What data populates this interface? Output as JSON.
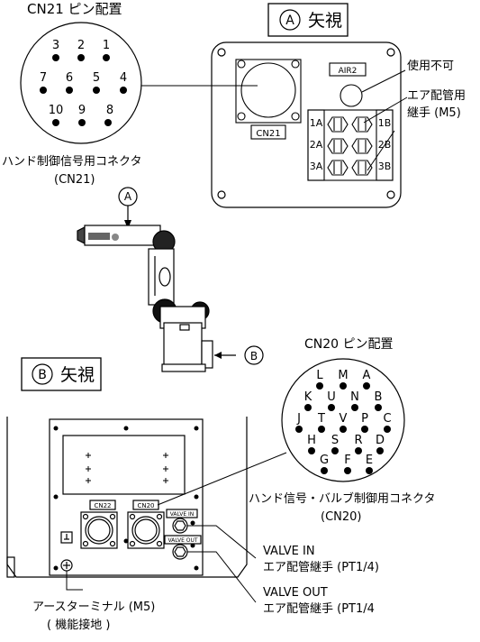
{
  "cn21": {
    "title": "CN21 ピン配置",
    "pins": [
      "1",
      "2",
      "3",
      "4",
      "5",
      "6",
      "7",
      "8",
      "9",
      "10"
    ],
    "connector_line1": "ハンド制御信号用コネクタ",
    "connector_line2": "(CN21)"
  },
  "view_a": {
    "mark": "A",
    "title": "矢視",
    "air2": "AIR2",
    "cn21_plate": "CN21",
    "unusable": "使用不可",
    "fitting_line1": "エア配管用",
    "fitting_line2": "継手 (M5)",
    "port_labels": [
      "1A",
      "2A",
      "3A",
      "1B",
      "2B",
      "3B"
    ]
  },
  "robot": {
    "mark_a": "A",
    "mark_b": "B"
  },
  "view_b": {
    "mark": "B",
    "title": "矢視",
    "cn22_plate": "CN22",
    "cn20_plate": "CN20",
    "valve_in_plate": "VALVE IN",
    "valve_out_plate": "VALVE OUT",
    "valve_in_line1": "VALVE IN",
    "valve_in_line2": "エア配管継手 (PT1/4)",
    "valve_out_line1": "VALVE OUT",
    "valve_out_line2": "エア配管継手 (PT1/4",
    "earth_line1": "アースターミナル (M5)",
    "earth_line2": "( 機能接地 )"
  },
  "cn20": {
    "title": "CN20 ピン配置",
    "pins": [
      "L",
      "M",
      "A",
      "K",
      "U",
      "N",
      "B",
      "J",
      "T",
      "V",
      "P",
      "C",
      "H",
      "S",
      "R",
      "D",
      "G",
      "F",
      "E"
    ],
    "connector_line1": "ハンド信号・バルブ制御用コネクタ",
    "connector_line2": "(CN20)"
  }
}
